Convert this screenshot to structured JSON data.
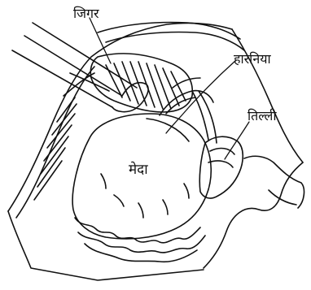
{
  "labels": {
    "liver": "जिगर",
    "hernia": "हारनिया",
    "spleen": "तिल्ली",
    "stomach": "मेदा"
  },
  "style": {
    "ink": "#111111",
    "background": "#ffffff"
  }
}
